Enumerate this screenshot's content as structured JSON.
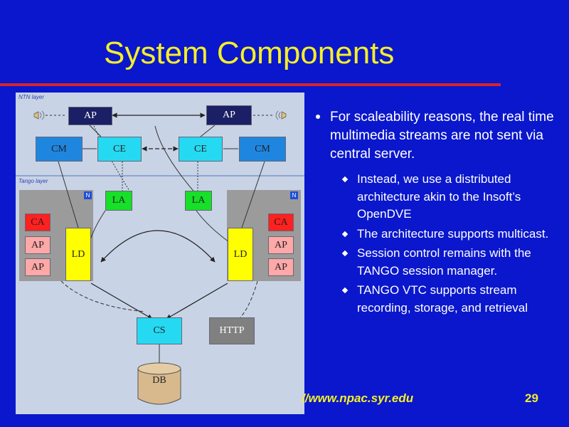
{
  "slide": {
    "title": "System Components",
    "url": "//www.npac.syr.edu",
    "page_number": "29"
  },
  "diagram": {
    "layer_labels": {
      "top": "NTN layer",
      "middle": "Tango layer"
    },
    "corner_markers": [
      "N",
      "N"
    ],
    "boxes": {
      "ap_top_left": "AP",
      "ap_top_right": "AP",
      "cm_left": "CM",
      "ce_left": "CE",
      "ce_right": "CE",
      "cm_right": "CM",
      "la_left": "LA",
      "la_right": "LA",
      "ca_left": "CA",
      "ap1_left": "AP",
      "ap2_left": "AP",
      "ld_left": "LD",
      "ca_right": "CA",
      "ap1_right": "AP",
      "ap2_right": "AP",
      "ld_right": "LD",
      "cs": "CS",
      "http": "HTTP",
      "db": "DB"
    }
  },
  "bullets": {
    "main": "For scaleability reasons, the real time multimedia streams are not sent via central server.",
    "sub": [
      "Instead, we use a distributed architecture akin to the Insoft’s OpenDVE",
      "The architecture supports multicast.",
      "Session control remains with the TANGO session manager.",
      "TANGO VTC supports stream recording, storage, and retrieval"
    ]
  }
}
